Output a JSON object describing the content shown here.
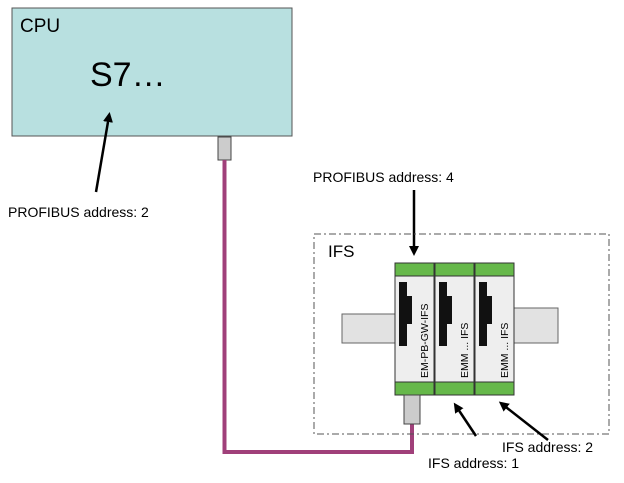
{
  "cpu": {
    "label": "CPU",
    "model": "S7…",
    "fill_color": "#b8e0e0"
  },
  "cpu_profibus_label": "PROFIBUS address: 2",
  "gateway_profibus_label": "PROFIBUS address: 4",
  "ifs_group": {
    "label": "IFS"
  },
  "modules": [
    {
      "label": "EM-PB-GW-IFS"
    },
    {
      "label": "EMM ... IFS"
    },
    {
      "label": "EMM ... IFS"
    }
  ],
  "ifs_address_1_label": "IFS address: 1",
  "ifs_address_2_label": "IFS address: 2",
  "colors": {
    "cable": "#a0407a",
    "module_green": "#66b84a",
    "module_body": "#eeeeee",
    "din_rail": "#e2e2e2"
  }
}
